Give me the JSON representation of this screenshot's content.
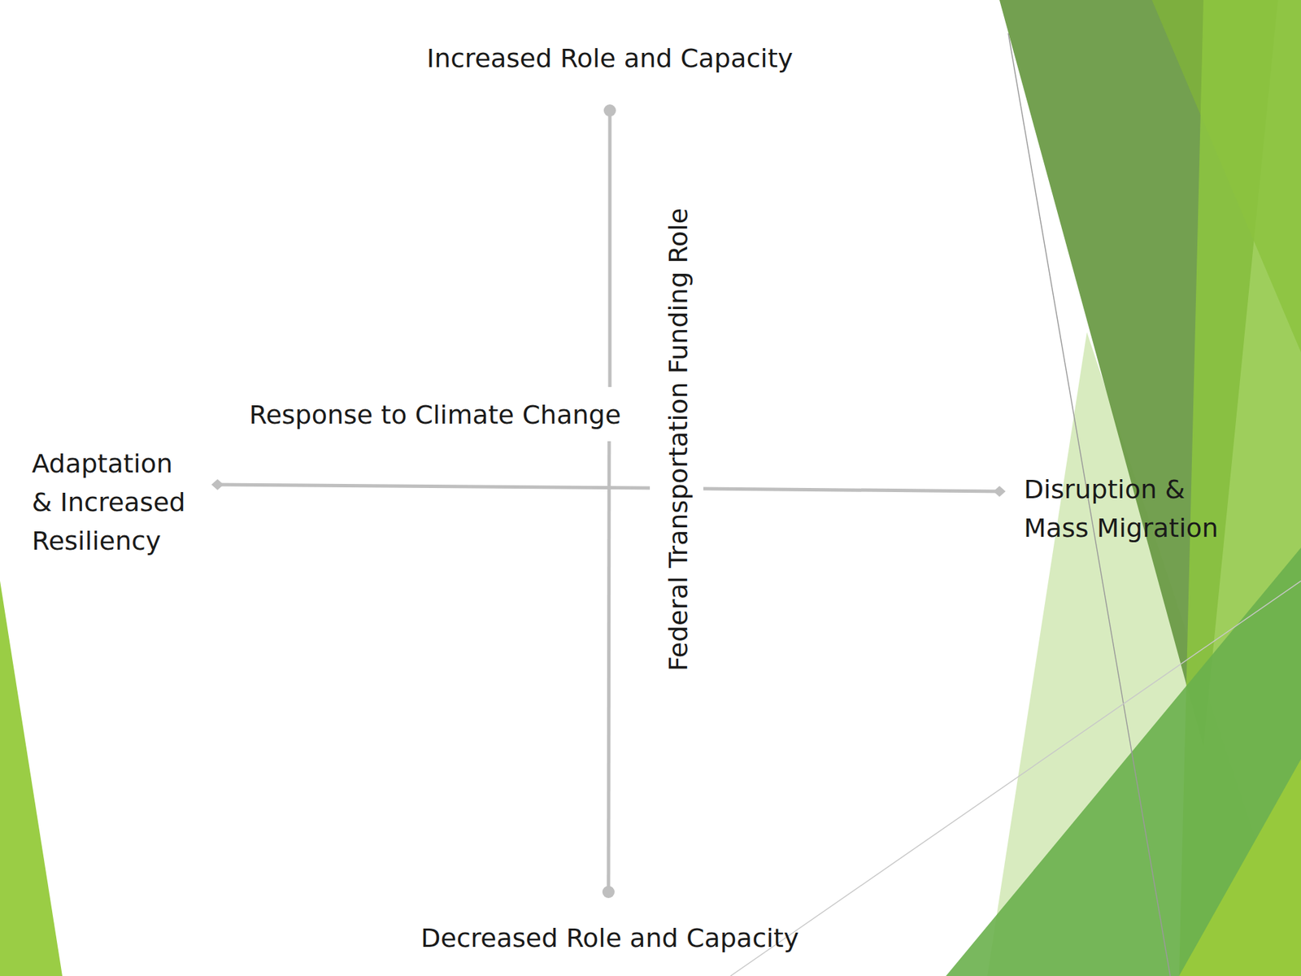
{
  "diagram": {
    "labels": [
      "Increased Role and Capacity",
      "Response to Climate Change",
      "Federal Transportation Funding Role",
      "Adaptation & Increased Resiliency",
      "Disruption & Mass Migration",
      "Decreased Role and Capacity"
    ]
  }
}
